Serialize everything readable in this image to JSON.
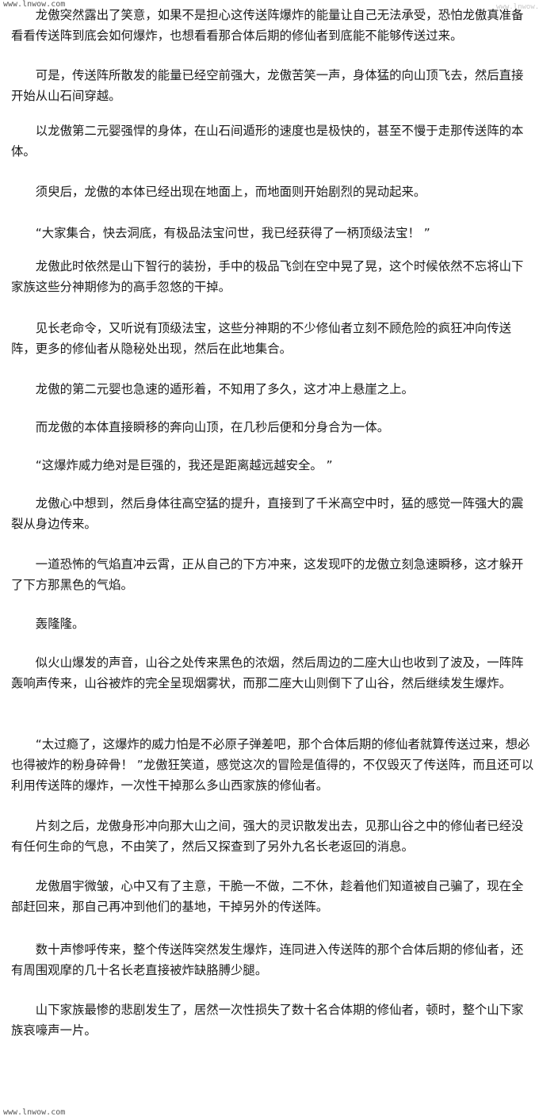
{
  "watermark": {
    "top": "www.lnwow.com",
    "bottom": "www.lnwow.com",
    "side": "www.lnwow.com"
  },
  "paragraphs": [
    "龙傲突然露出了笑意，如果不是担心这传送阵爆炸的能量让自己无法承受，恐怕龙傲真准备看看传送阵到底会如何爆炸，也想看看那合体后期的修仙者到底能不能够传送过来。",
    "可是，传送阵所散发的能量已经空前强大，龙傲苦笑一声，身体猛的向山顶飞去，然后直接开始从山石间穿越。",
    "以龙傲第二元婴强悍的身体，在山石间遁形的速度也是极快的，甚至不慢于走那传送阵的本体。",
    "须臾后，龙傲的本体已经出现在地面上，而地面则开始剧烈的晃动起来。",
    "“大家集合，快去洞底，有极品法宝问世，我已经获得了一柄顶级法宝！ ”",
    "龙傲此时依然是山下智行的装扮，手中的极品飞剑在空中晃了晃，这个时候依然不忘将山下家族这些分神期修为的高手忽悠的干掉。",
    "见长老命令，又听说有顶级法宝，这些分神期的不少修仙者立刻不顾危险的疯狂冲向传送阵，更多的修仙者从隐秘处出现，然后在此地集合。",
    "龙傲的第二元婴也急速的遁形着，不知用了多久，这才冲上悬崖之上。",
    "而龙傲的本体直接瞬移的奔向山顶，在几秒后便和分身合为一体。",
    "“这爆炸威力绝对是巨强的，我还是距离越远越安全。 ”",
    "龙傲心中想到，然后身体往高空猛的提升，直接到了千米高空中时，猛的感觉一阵强大的震裂从身边传来。",
    "一道恐怖的气焰直冲云霄，正从自己的下方冲来，这发现吓的龙傲立刻急速瞬移，这才躲开了下方那黑色的气焰。",
    "轰隆隆。",
    "似火山爆发的声音，山谷之处传来黑色的浓烟，然后周边的二座大山也收到了波及，一阵阵轰响声传来，山谷被炸的完全呈现烟雾状，而那二座大山则倒下了山谷，然后继续发生爆炸。",
    "“太过瘾了，这爆炸的威力怕是不必原子弹差吧，那个合体后期的修仙者就算传送过来，想必也得被炸的粉身碎骨！ ”龙傲狂笑道，感觉这次的冒险是值得的，不仅毁灭了传送阵，而且还可以利用传送阵的爆炸，一次性干掉那么多山西家族的修仙者。",
    "片刻之后，龙傲身形冲向那大山之间，强大的灵识散发出去，见那山谷之中的修仙者已经没有任何生命的气息，不由笑了，然后又探查到了另外九名长老返回的消息。",
    "龙傲眉宇微皱，心中又有了主意，干脆一不做，二不休，趁着他们知道被自己骗了，现在全部赶回来，那自己再冲到他们的基地，干掉另外的传送阵。",
    "数十声惨呼传来，整个传送阵突然发生爆炸，连同进入传送阵的那个合体后期的修仙者，还有周围观摩的几十名长老直接被炸缺胳膊少腿。",
    "山下家族最惨的悲剧发生了，居然一次性损失了数十名合体期的修仙者，顿时，整个山下家族哀嚎声一片。"
  ]
}
